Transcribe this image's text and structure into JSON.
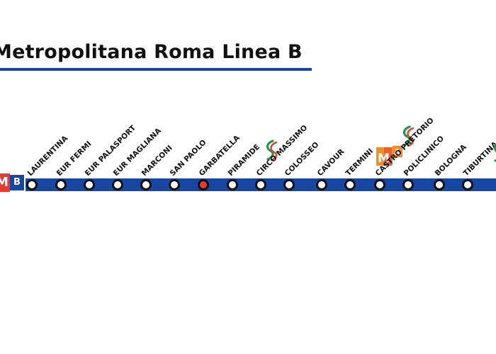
{
  "title": "Metropolitana Roma Linea B",
  "badges": {
    "metro": "M",
    "line": "B"
  },
  "colors": {
    "line": "#1846a3",
    "metro_red": "#e63b2e",
    "text": "#111111",
    "interchange": "#e63b2e",
    "fs_green": "#1a9a4a"
  },
  "stations": [
    {
      "name": "LAURENTINA"
    },
    {
      "name": "EUR FERMI"
    },
    {
      "name": "EUR PALASPORT"
    },
    {
      "name": "EUR MAGLIANA"
    },
    {
      "name": "MARCONI"
    },
    {
      "name": "SAN PAOLO"
    },
    {
      "name": "GARBATELLA",
      "interchange": true
    },
    {
      "name": "PIRAMIDE",
      "icons": [
        "fs-rail-icon"
      ]
    },
    {
      "name": "CIRCO MASSIMO"
    },
    {
      "name": "COLOSSEO"
    },
    {
      "name": "CAVOUR"
    },
    {
      "name": "TERMINI",
      "icons": [
        "metro-a-icon",
        "fs-rail-icon"
      ],
      "metro_a_label": "M",
      "metro_a_line": "A"
    },
    {
      "name": "CASTRO PRETORIO"
    },
    {
      "name": "POLICLINICO"
    },
    {
      "name": "BOLOGNA"
    },
    {
      "name": "TIBURTINA",
      "icons": [
        "fs-rail-icon"
      ]
    }
  ]
}
